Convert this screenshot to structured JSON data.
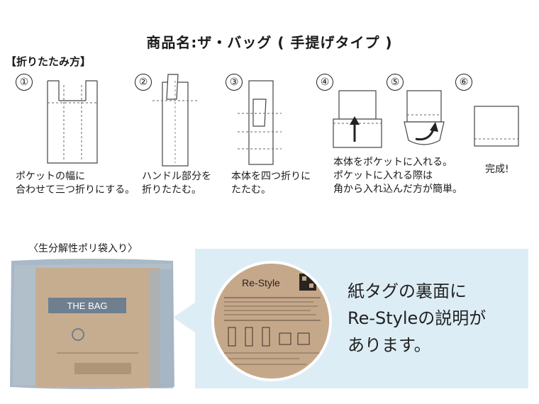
{
  "title": "商品名:ザ・バッグ ( 手提げタイプ )",
  "section_label": "【折りたたみ方】",
  "steps": [
    {
      "num": "①",
      "text": "ポケットの幅に\n合わせて三つ折りにする。"
    },
    {
      "num": "②",
      "text": "ハンドル部分を\n折りたたむ。"
    },
    {
      "num": "③",
      "text": "本体を四つ折りに\nたたむ。"
    },
    {
      "num": "④",
      "text": "本体をポケットに入れる。\nポケットに入れる際は\n角から入れ込んだ方が簡単。"
    },
    {
      "num": "⑤",
      "text": ""
    },
    {
      "num": "⑥",
      "text": "完成!"
    }
  ],
  "photo": {
    "caption": "〈生分解性ポリ袋入り〉",
    "label_title": "THE BAG",
    "circle_brand": "Re-Style"
  },
  "info_text": "紙タグの裏面に\nRe-Styleの説明が\nあります。",
  "colors": {
    "panel": "#ddedf6",
    "kraft": "#c5a88a",
    "packet": "#a9b8c6"
  }
}
